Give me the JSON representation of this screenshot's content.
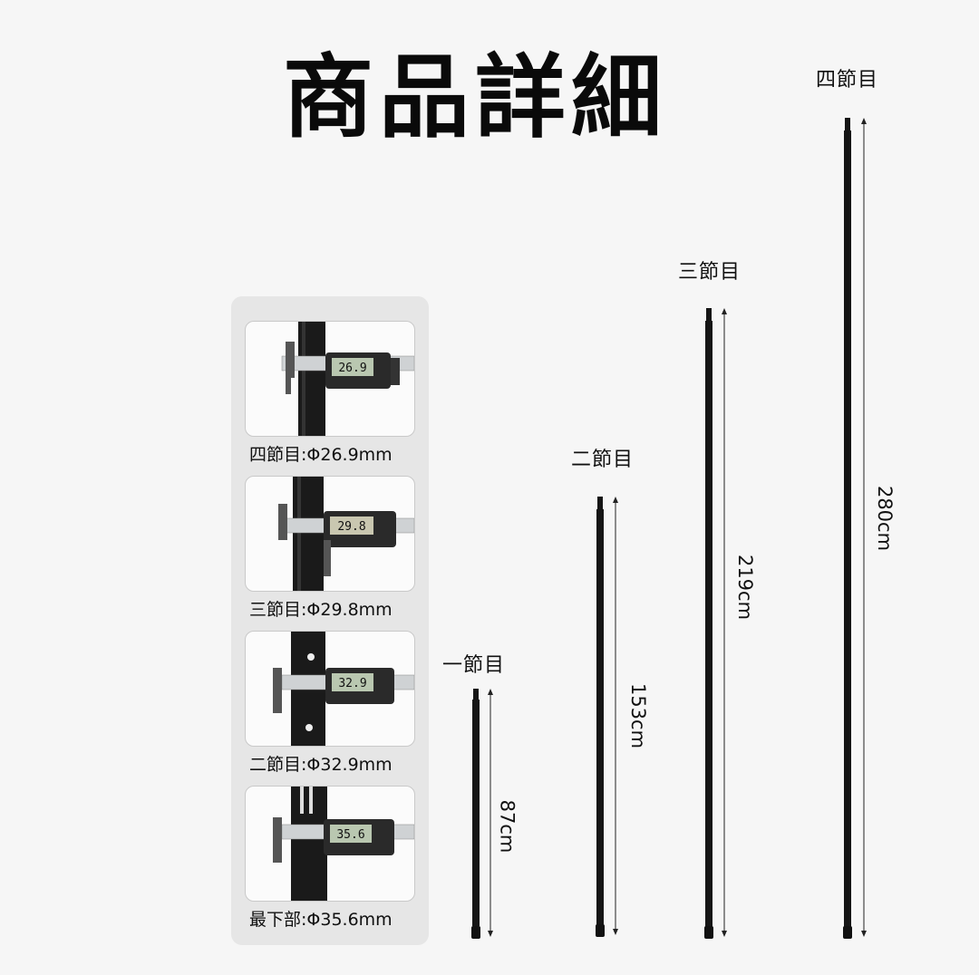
{
  "title": "商品詳細",
  "measurements": [
    {
      "section": "四節目",
      "value": ":Φ26.9mm",
      "reading": "26.9"
    },
    {
      "section": "三節目",
      "value": ":Φ29.8mm",
      "reading": "29.8"
    },
    {
      "section": "二節目",
      "value": ":Φ32.9mm",
      "reading": "32.9"
    },
    {
      "section": "最下部",
      "value": ":Φ35.6mm",
      "reading": "35.6"
    }
  ],
  "poles": [
    {
      "label": "一節目",
      "length": "87cm"
    },
    {
      "label": "二節目",
      "length": "153cm"
    },
    {
      "label": "三節目",
      "length": "219cm"
    },
    {
      "label": "四節目",
      "length": "280cm"
    }
  ],
  "colors": {
    "pole": "#151515",
    "background": "#f6f6f6",
    "panel": "#e6e6e6"
  }
}
